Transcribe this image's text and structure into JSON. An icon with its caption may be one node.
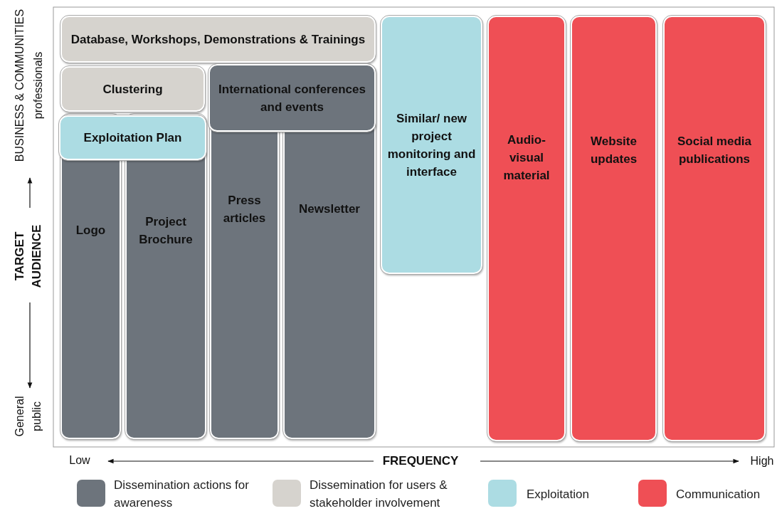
{
  "diagram": {
    "nodes": [
      {
        "text": [
          "Database, Workshops, Demonstrations & Trainings"
        ]
      },
      {
        "text": [
          "Clustering"
        ]
      },
      {
        "text": [
          "International conferences and events"
        ]
      },
      {
        "text": [
          "Exploitation Plan"
        ]
      },
      {
        "text": [
          "Logo"
        ]
      },
      {
        "text": [
          "Project Brochure"
        ]
      },
      {
        "text": [
          "Press articles"
        ]
      },
      {
        "text": [
          "Newsletter"
        ]
      },
      {
        "text": [
          "Similar/ new project monitoring and interface"
        ]
      },
      {
        "text": [
          "Audio-visual material"
        ]
      },
      {
        "text": [
          "Website updates"
        ]
      },
      {
        "text": [
          "Social media publications"
        ]
      }
    ],
    "edges": [],
    "labels": [
      "BUSINESS & COMMUNITIES",
      "professionals",
      "TARGET AUDIENCE",
      "General public",
      "Low",
      "FREQUENCY",
      "High"
    ],
    "legend": [
      {
        "text": "Dissemination actions for awareness",
        "color": "#6d747c"
      },
      {
        "text": "Dissemination for users & stakeholder involvement",
        "color": "#d6d3ce"
      },
      {
        "text": "Exploitation",
        "color": "#acdce3"
      },
      {
        "text": "Communication",
        "color": "#ef4f55"
      }
    ]
  }
}
